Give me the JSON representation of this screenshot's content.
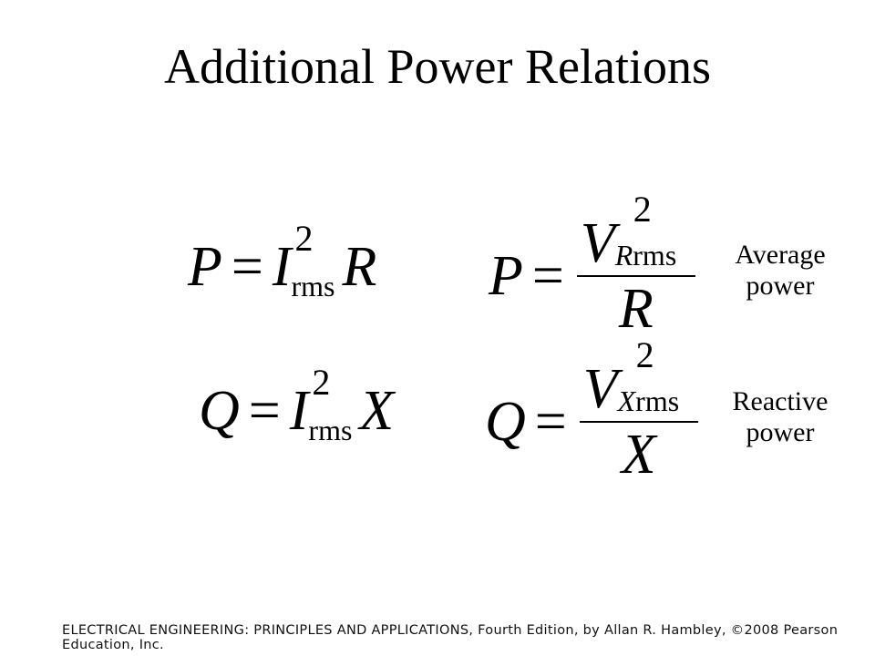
{
  "title": "Additional Power Relations",
  "equations": {
    "p_current": {
      "lhs": "P",
      "eq": "=",
      "var": "I",
      "sup": "2",
      "sub": "rms",
      "rhs": "R"
    },
    "p_voltage": {
      "lhs": "P",
      "eq": "=",
      "num_var": "V",
      "num_sup": "2",
      "num_sub_italic": "R",
      "num_sub": "rms",
      "den": "R"
    },
    "q_current": {
      "lhs": "Q",
      "eq": "=",
      "var": "I",
      "sup": "2",
      "sub": "rms",
      "rhs": "X"
    },
    "q_voltage": {
      "lhs": "Q",
      "eq": "=",
      "num_var": "V",
      "num_sup": "2",
      "num_sub_italic": "X",
      "num_sub": "rms",
      "den": "X"
    }
  },
  "labels": {
    "average_line1": "Average",
    "average_line2": "power",
    "reactive_line1": "Reactive",
    "reactive_line2": "power"
  },
  "footer": "ELECTRICAL ENGINEERING: PRINCIPLES AND APPLICATIONS, Fourth Edition, by Allan R. Hambley, ©2008 Pearson Education, Inc."
}
